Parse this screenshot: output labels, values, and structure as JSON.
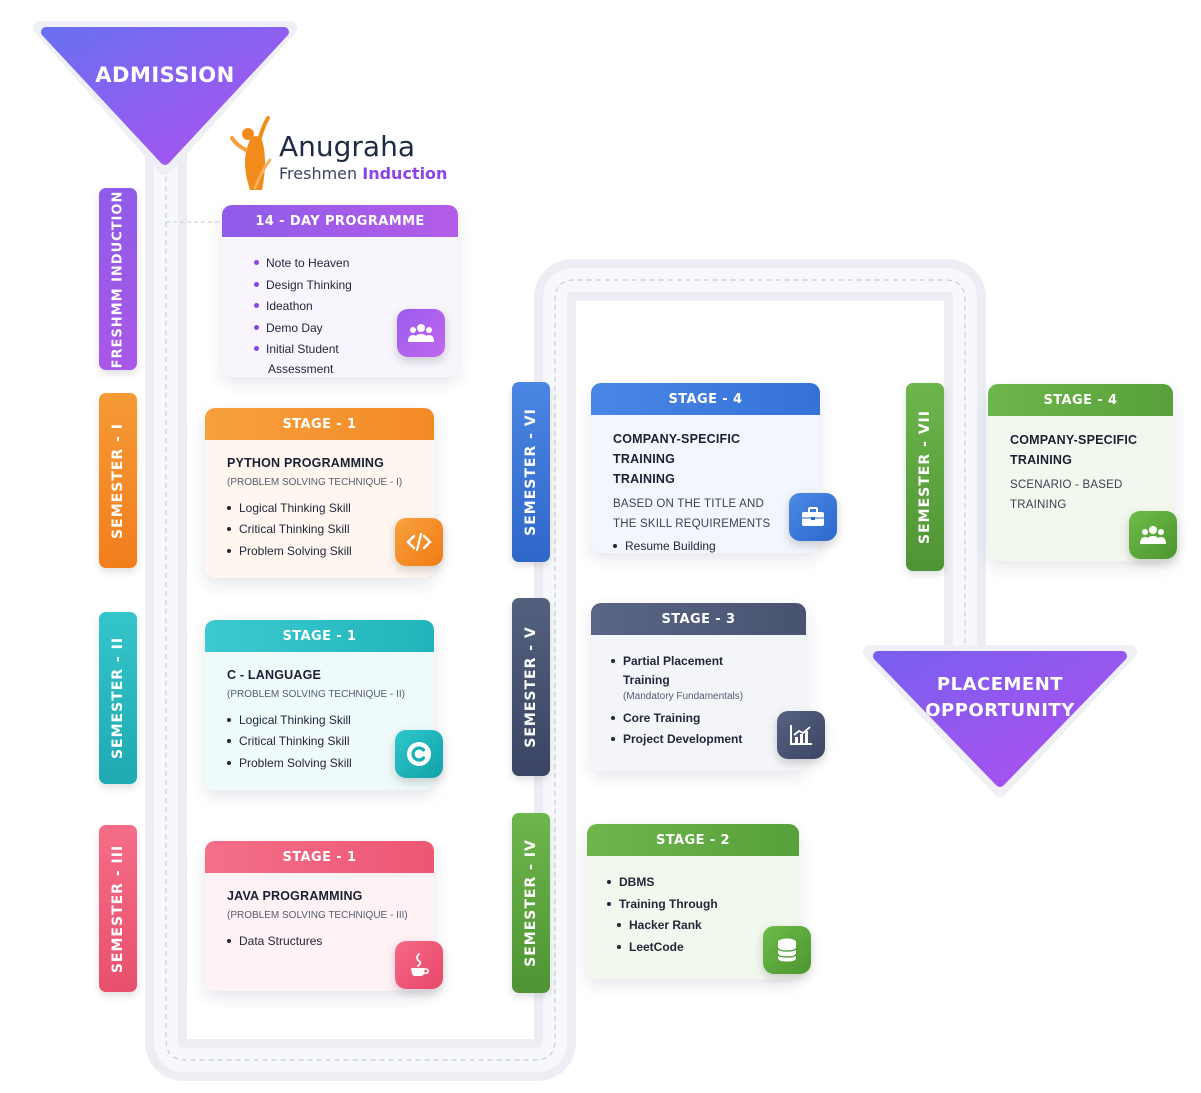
{
  "admission": {
    "label": "ADMISSION"
  },
  "placement": {
    "label_line1": "PLACEMENT",
    "label_line2": "OPPORTUNITY"
  },
  "logo": {
    "title": "Anugraha",
    "subtitle_plain": "Freshmen ",
    "subtitle_highlight": "Induction"
  },
  "semesters": {
    "induction": "FRESHMM INDUCTION",
    "sem1": "SEMESTER - I",
    "sem2": "SEMESTER - II",
    "sem3": "SEMESTER - III",
    "sem4": "SEMESTER - IV",
    "sem5": "SEMESTER - V",
    "sem6": "SEMESTER - VI",
    "sem7": "SEMESTER - VII"
  },
  "cards": {
    "induction": {
      "header": "14 - DAY PROGRAMME",
      "items": [
        "Note to Heaven",
        "Design Thinking",
        "Ideathon",
        "Demo Day",
        "Initial Student",
        "Assessment"
      ]
    },
    "python": {
      "header": "STAGE - 1",
      "title": "PYTHON PROGRAMMING",
      "subtitle": "(PROBLEM SOLVING TECHNIQUE - I)",
      "items": [
        "Logical Thinking Skill",
        "Critical Thinking Skill",
        "Problem Solving Skill"
      ]
    },
    "clang": {
      "header": "STAGE - 1",
      "title": "C - LANGUAGE",
      "subtitle": "(PROBLEM SOLVING TECHNIQUE - II)",
      "items": [
        "Logical Thinking Skill",
        "Critical Thinking Skill",
        "Problem Solving Skill"
      ]
    },
    "java": {
      "header": "STAGE - 1",
      "title": "JAVA PROGRAMMING",
      "subtitle": "(PROBLEM SOLVING TECHNIQUE - III)",
      "items": [
        "Data Structures"
      ]
    },
    "stage4a": {
      "header": "STAGE - 4",
      "title_line1": "COMPANY-SPECIFIC TRAINING",
      "title_line2": "TRAINING",
      "text_line1": "BASED ON THE TITLE AND",
      "text_line2": "THE SKILL REQUIREMENTS",
      "items": [
        "Resume Building"
      ]
    },
    "stage3": {
      "header": "STAGE - 3",
      "item1_line1": "Partial Placement",
      "item1_line2": "Training",
      "item1_note": "(Mandatory Fundamentals)",
      "items": [
        "Core Training",
        "Project Development"
      ]
    },
    "stage2": {
      "header": "STAGE - 2",
      "items": [
        "DBMS",
        "Training Through"
      ],
      "subitems": [
        "Hacker Rank",
        "LeetCode"
      ]
    },
    "stage4b": {
      "header": "STAGE - 4",
      "title_line1": "COMPANY-SPECIFIC",
      "title_line2": "TRAINING",
      "text_line1": "SCENARIO - BASED",
      "text_line2": "TRAINING"
    }
  },
  "colors": {
    "purple": "#8a45e8",
    "orange": "#f7922a",
    "teal": "#27bcc4",
    "pink": "#f0607e",
    "blue": "#3a78db",
    "slate": "#4e5a78",
    "green": "#62a842"
  }
}
